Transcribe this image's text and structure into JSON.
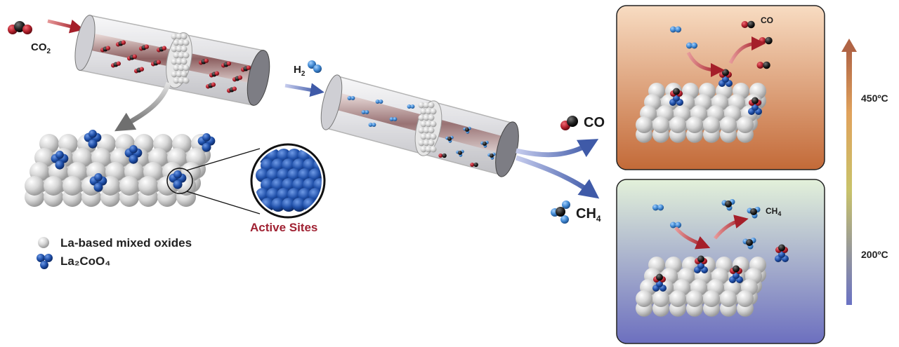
{
  "labels": {
    "co2": "CO",
    "co2_sub": "2",
    "h2": "H",
    "h2_sub": "2",
    "co_product": "CO",
    "ch4_product": "CH",
    "ch4_sub": "4",
    "co_panel": "CO",
    "ch4_panel": "CH",
    "ch4_panel_sub": "4",
    "active_sites": "Active Sites",
    "legend_oxide": "La-based mixed oxides",
    "legend_cobalt": "La₂CoO₄",
    "temp_high": "450ºC",
    "temp_low": "200ºC"
  },
  "colors": {
    "oxide_grey": "#d9d9d9",
    "cobalt_blue": "#1f4fa8",
    "oxygen_red": "#b3202c",
    "carbon_black": "#1a1a1a",
    "hydrogen_blue": "#4a90d9",
    "arrow_red": "#a51f2a",
    "arrow_blue": "#3f5aa8",
    "panel_high_top": "#f7d3b4",
    "panel_high_bottom": "#c9733f",
    "panel_low_top": "#dff0d8",
    "panel_low_bottom": "#6e72c0",
    "temp_bar_top": "#b56a4a",
    "temp_bar_mid": "#d7b65a",
    "temp_bar_bottom": "#6a72c4"
  }
}
